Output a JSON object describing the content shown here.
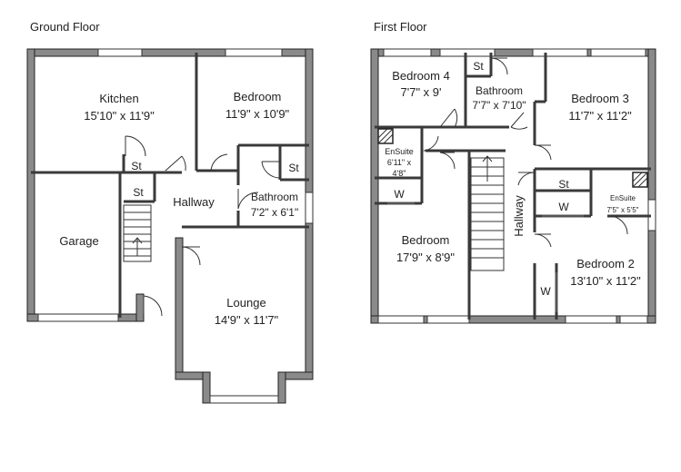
{
  "ground": {
    "title": "Ground Floor",
    "kitchen": {
      "name": "Kitchen",
      "size": "15'10\" x 11'9\""
    },
    "bedroom": {
      "name": "Bedroom",
      "size": "11'9\" x 10'9\""
    },
    "garage": {
      "name": "Garage"
    },
    "hallway": {
      "name": "Hallway"
    },
    "bathroom": {
      "name": "Bathroom",
      "size": "7'2\" x 6'1\""
    },
    "lounge": {
      "name": "Lounge",
      "size": "14'9\" x 11'7\""
    },
    "store1": "St",
    "store2": "St",
    "store3": "St"
  },
  "first": {
    "title": "First Floor",
    "bedroom4": {
      "name": "Bedroom 4",
      "size": "7'7\" x 9'"
    },
    "bathroom": {
      "name": "Bathroom",
      "size": "7'7\" x 7'10\""
    },
    "bedroom3": {
      "name": "Bedroom 3",
      "size": "11'7\" x 11'2\""
    },
    "ensuite1": {
      "name": "EnSuite",
      "size_a": "6'11\" x",
      "size_b": "4'8\""
    },
    "bedroom": {
      "name": "Bedroom",
      "size": "17'9\" x 8'9\""
    },
    "hallway": {
      "name": "Hallway"
    },
    "ensuite2": {
      "name": "EnSuite",
      "size": "7'5\" x 5'5\""
    },
    "bedroom2": {
      "name": "Bedroom 2",
      "size": "13'10\" x 11'2\""
    },
    "store1": "St",
    "store2": "St",
    "wardrobe1": "W",
    "wardrobe2": "W",
    "wardrobe3": "W"
  }
}
